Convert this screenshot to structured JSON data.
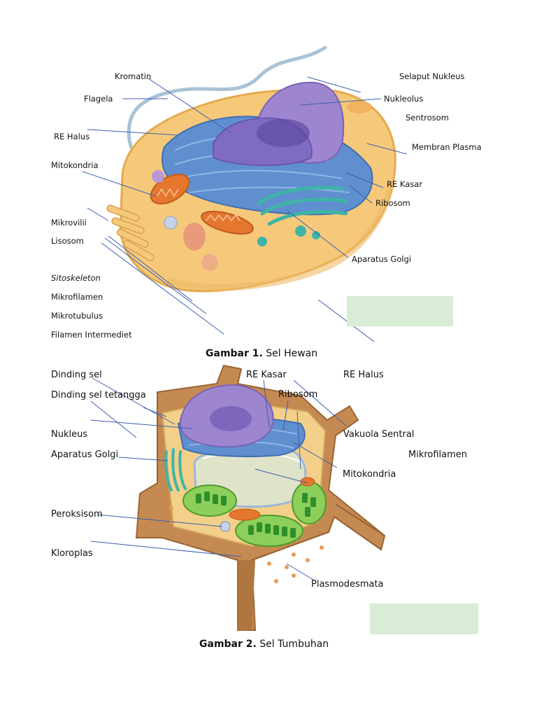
{
  "figure1": {
    "caption_bold": "Gambar 1.",
    "caption_text": " Sel Hewan",
    "labels": {
      "kromatin": "Kromatin",
      "flagela": "Flagela",
      "re_halus": "RE Halus",
      "mitokondria": "Mitokondria",
      "mikrovilii": "Mikrovilii",
      "lisosom": "Lisosom",
      "sitoskeleton": "Sitoskeleton",
      "mikrofilamen": "Mikrofilamen",
      "mikrotubulus": "Mikrotubulus",
      "filamen_intermediet": "Filamen Intermediet",
      "selaput_nukleus": "Selaput Nukleus",
      "nukleolus": "Nukleolus",
      "sentrosom": "Sentrosom",
      "membran_plasma": "Membran Plasma",
      "re_kasar": "RE Kasar",
      "ribosom": "Ribosom",
      "aparatus_golgi": "Aparatus Golgi"
    }
  },
  "figure2": {
    "caption_bold": "Gambar 2.",
    "caption_text": " Sel Tumbuhan",
    "labels": {
      "dinding_sel": "Dinding sel",
      "dinding_sel_tetangga": "Dinding sel tetangga",
      "nukleus": "Nukleus",
      "aparatus_golgi": "Aparatus Golgi",
      "peroksisom": "Peroksisom",
      "kloroplas": "Kloroplas",
      "re_kasar": "RE Kasar",
      "re_halus": "RE Halus",
      "ribosom": "Ribosom",
      "vakuola_sentral": "Vakuola Sentral",
      "mikrofilamen": "Mikrofilamen",
      "mitokondria": "Mitokondria",
      "plasmodesmata": "Plasmodesmata"
    }
  },
  "colors": {
    "leader_line": "#3a5fb0",
    "placeholder_box": "#d9ecd6"
  }
}
